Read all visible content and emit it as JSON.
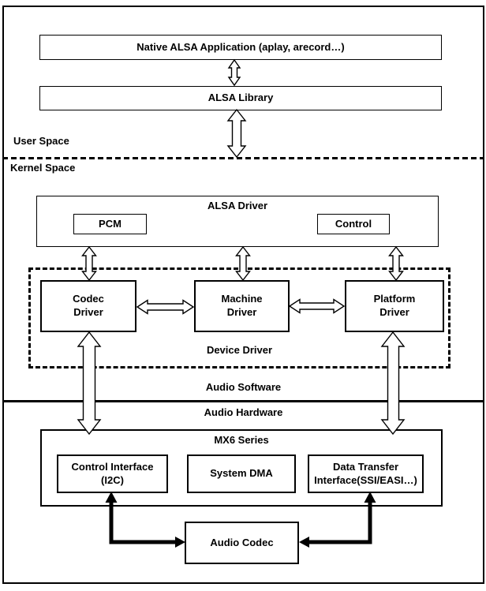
{
  "colors": {
    "ink": "#000000",
    "paper": "#ffffff"
  },
  "labels": {
    "user_space": "User Space",
    "kernel_space": "Kernel Space",
    "device_driver": "Device Driver",
    "audio_software": "Audio Software",
    "audio_hardware": "Audio Hardware"
  },
  "boxes": {
    "native_app": "Native ALSA Application (aplay, arecord…)",
    "alsa_library": "ALSA Library",
    "alsa_driver": "ALSA Driver",
    "pcm": "PCM",
    "control": "Control",
    "codec_driver": {
      "line1": "Codec",
      "line2": "Driver"
    },
    "machine_driver": {
      "line1": "Machine",
      "line2": "Driver"
    },
    "platform_driver": {
      "line1": "Platform",
      "line2": "Driver"
    },
    "mx6_series": "MX6 Series",
    "control_interface": {
      "line1": "Control Interface",
      "line2": "(I2C)"
    },
    "system_dma": "System DMA",
    "data_transfer": {
      "line1": "Data Transfer",
      "line2": "Interface(SSI/EASI…)"
    },
    "audio_codec": "Audio Codec"
  }
}
